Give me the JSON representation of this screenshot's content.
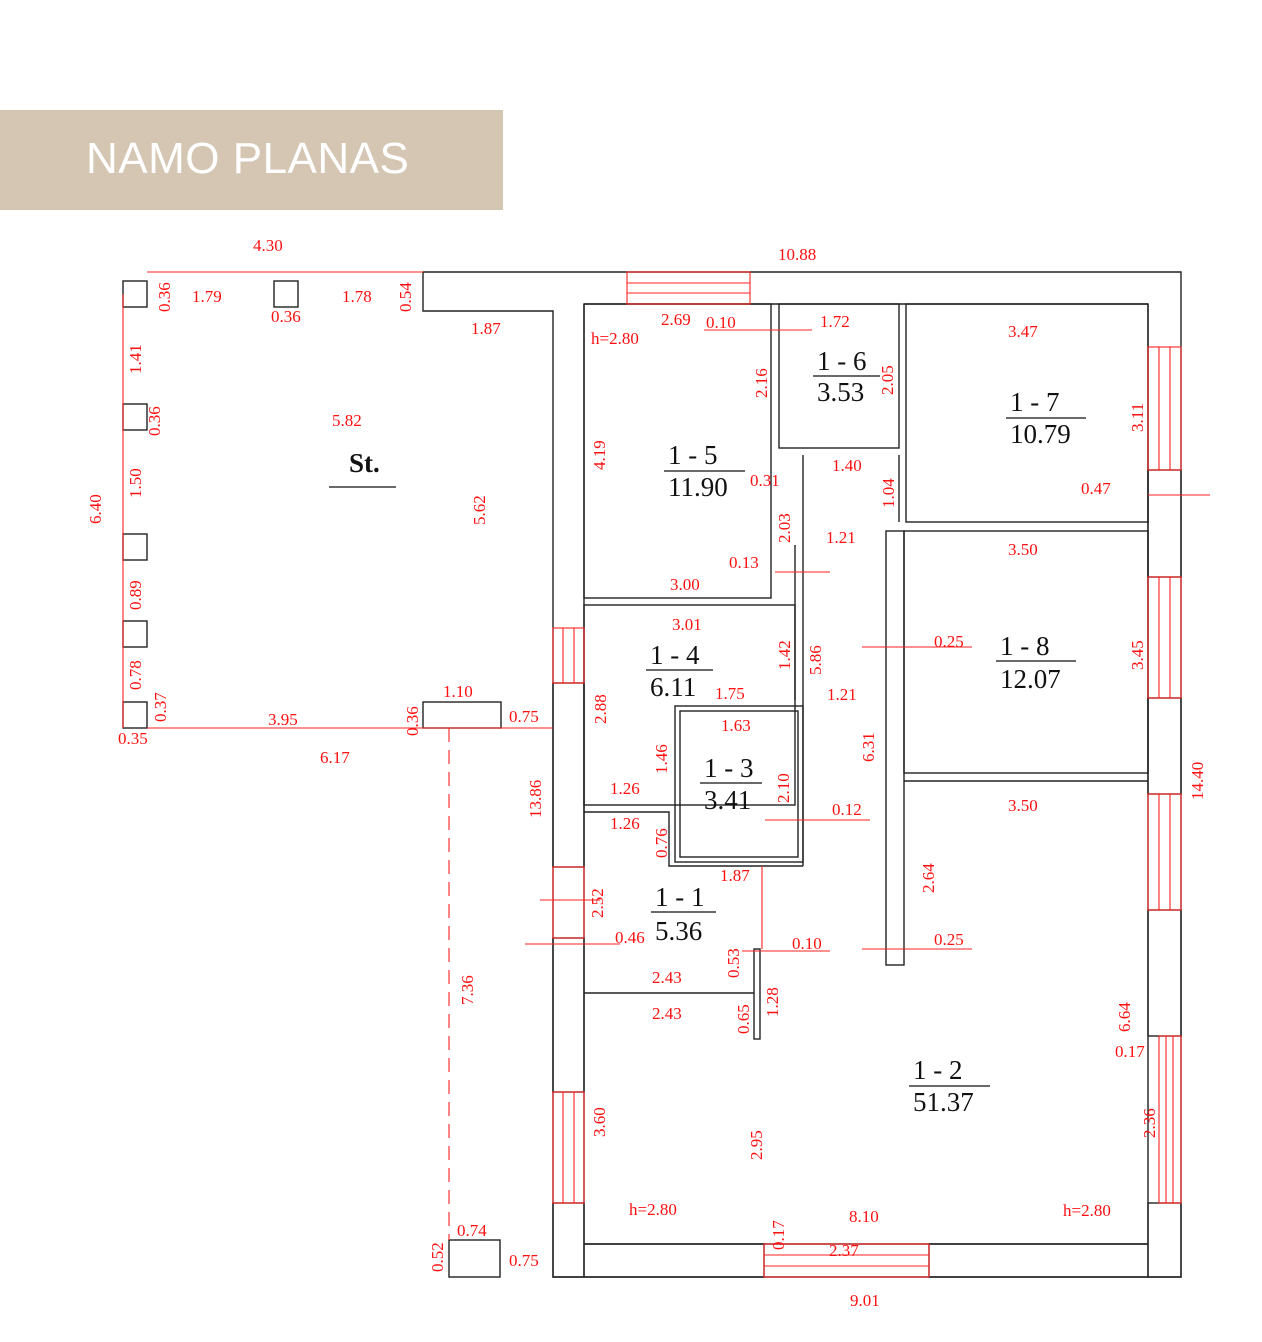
{
  "title": "NAMO PLANAS",
  "colors": {
    "banner": "#d5c6b4",
    "dimension": "#ff1010",
    "wall": "#222222"
  },
  "rooms": [
    {
      "id": "1 - 1",
      "area": "5.36"
    },
    {
      "id": "1 - 2",
      "area": "51.37"
    },
    {
      "id": "1 - 3",
      "area": "3.41"
    },
    {
      "id": "1 - 4",
      "area": "6.11"
    },
    {
      "id": "1 - 5",
      "area": "11.90"
    },
    {
      "id": "1 - 6",
      "area": "3.53"
    },
    {
      "id": "1 - 7",
      "area": "10.79"
    },
    {
      "id": "1 - 8",
      "area": "12.07"
    },
    {
      "id": "St.",
      "area": ""
    }
  ],
  "dimensions": [
    "4.30",
    "10.88",
    "0.36",
    "1.79",
    "0.36",
    "1.78",
    "0.54",
    "1.87",
    "2.69",
    "0.10",
    "1.72",
    "h=2.80",
    "3.47",
    "1.41",
    "0.36",
    "5.82",
    "2.16",
    "2.05",
    "4.19",
    "3.11",
    "6.40",
    "1.50",
    "5.62",
    "0.31",
    "1.40",
    "1.04",
    "0.47",
    "2.03",
    "1.21",
    "3.50",
    "0.13",
    "3.00",
    "0.89",
    "3.01",
    "1.42",
    "0.25",
    "5.86",
    "3.45",
    "0.78",
    "1.21",
    "1.75",
    "0.37",
    "1.10",
    "0.36",
    "2.88",
    "0.75",
    "3.95",
    "0.35",
    "1.63",
    "6.31",
    "6.17",
    "14.40",
    "1.46",
    "2.10",
    "13.86",
    "1.26",
    "0.12",
    "3.50",
    "1.26",
    "0.76",
    "1.87",
    "2.64",
    "2.52",
    "0.46",
    "0.53",
    "0.10",
    "0.25",
    "7.36",
    "2.43",
    "1.28",
    "2.43",
    "0.65",
    "6.64",
    "0.17",
    "3.60",
    "2.36",
    "2.95",
    "h=2.80",
    "8.10",
    "h=2.80",
    "0.17",
    "0.52",
    "0.74",
    "2.37",
    "0.75",
    "9.01"
  ]
}
